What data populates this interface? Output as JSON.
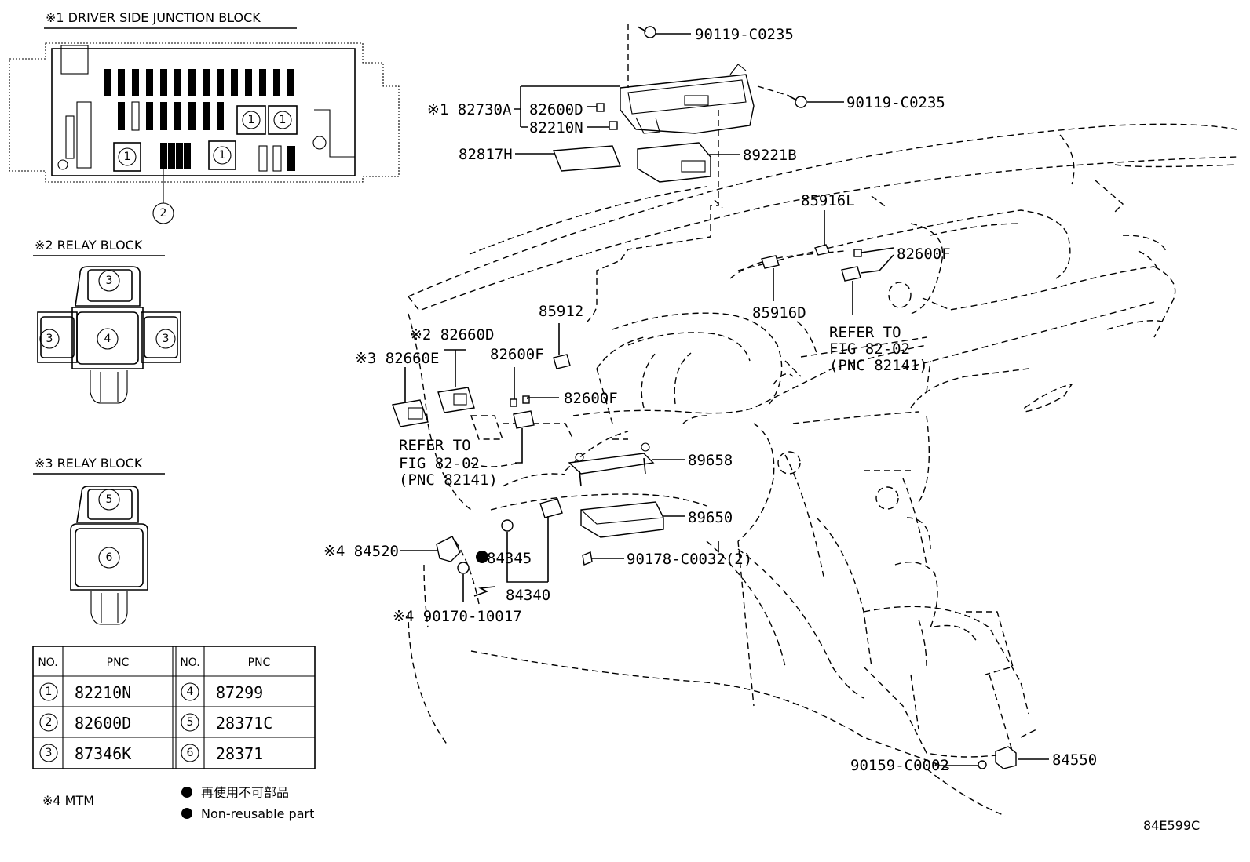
{
  "insets": {
    "junction_block_title": "※1 DRIVER SIDE JUNCTION BLOCK",
    "relay_block_2_title": "※2 RELAY BLOCK",
    "relay_block_3_title": "※3 RELAY BLOCK",
    "callouts": {
      "c1": "1",
      "c2": "2",
      "c3": "3",
      "c4": "4",
      "c5": "5",
      "c6": "6"
    }
  },
  "table": {
    "headers": [
      "NO.",
      "PNC",
      "NO.",
      "PNC"
    ],
    "rows": [
      {
        "no1": "1",
        "pnc1": "82210N",
        "no2": "4",
        "pnc2": "87299"
      },
      {
        "no1": "2",
        "pnc1": "82600D",
        "no2": "5",
        "pnc2": "28371C"
      },
      {
        "no1": "3",
        "pnc1": "87346K",
        "no2": "6",
        "pnc2": "28371"
      }
    ]
  },
  "legend": {
    "mtm": "※4 MTM",
    "non_reusable_jp": "再使用不可部品",
    "non_reusable_en": "Non-reusable part"
  },
  "labels": {
    "p90119a": "90119-C0235",
    "p90119b": "90119-C0235",
    "p82730a": "※1 82730A",
    "p82600d": "82600D",
    "p82210n": "82210N",
    "p82817h": "82817H",
    "p89221b": "89221B",
    "p85916l": "85916L",
    "p82600f_r": "82600F",
    "p85916d": "85916D",
    "refer_r_1": "REFER TO",
    "refer_r_2": "FIG 82-02",
    "refer_r_3": "(PNC 82141)",
    "p85912": "85912",
    "p82660d": "※2 82660D",
    "p82660e": "※3 82660E",
    "p82600f_a": "82600F",
    "p82600f_b": "82600F",
    "refer_l_1": "REFER TO",
    "refer_l_2": "FIG 82-02",
    "refer_l_3": "(PNC 82141)",
    "p89658": "89658",
    "p89650": "89650",
    "p90178": "90178-C0032(2)",
    "p84520": "※4 84520",
    "p84345": "84345",
    "p84340": "84340",
    "p90170": "※4 90170-10017",
    "p90159": "90159-C0002",
    "p84550": "84550",
    "diagram_id": "84E599C"
  }
}
